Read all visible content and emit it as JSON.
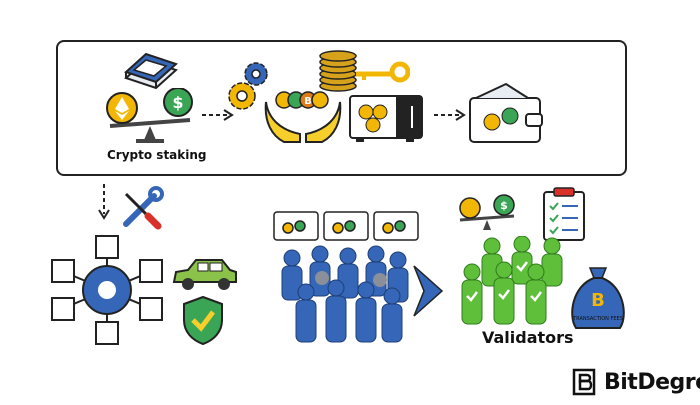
{
  "labels": {
    "crypto_staking": "Crypto staking",
    "validators": "Validators",
    "brand": "BitDegree",
    "bag_text": "TRANSACTION FEES"
  },
  "icons": {
    "book": "book-icon",
    "scales": "balance-scale-icon",
    "gears": "gears-icon",
    "hands": "hands-holding-coins-icon",
    "coins_key": "coin-stack-key-icon",
    "safe": "safe-icon",
    "wallet": "wallet-icon",
    "tools": "wrench-screwdriver-icon",
    "network": "blockchain-network-icon",
    "car": "car-icon",
    "shield": "shield-check-icon",
    "crowd": "crowd-icon",
    "clipboard": "clipboard-checklist-icon",
    "fees_bag": "fees-money-bag-icon",
    "logo": "bitdegree-logo-icon"
  },
  "colors": {
    "eth_coin": "#f2b705",
    "dollar_coin": "#3aa655",
    "blue": "#3566b7",
    "green": "#5fbf3a",
    "yellow": "#f6cf2b",
    "dark": "#222222"
  }
}
